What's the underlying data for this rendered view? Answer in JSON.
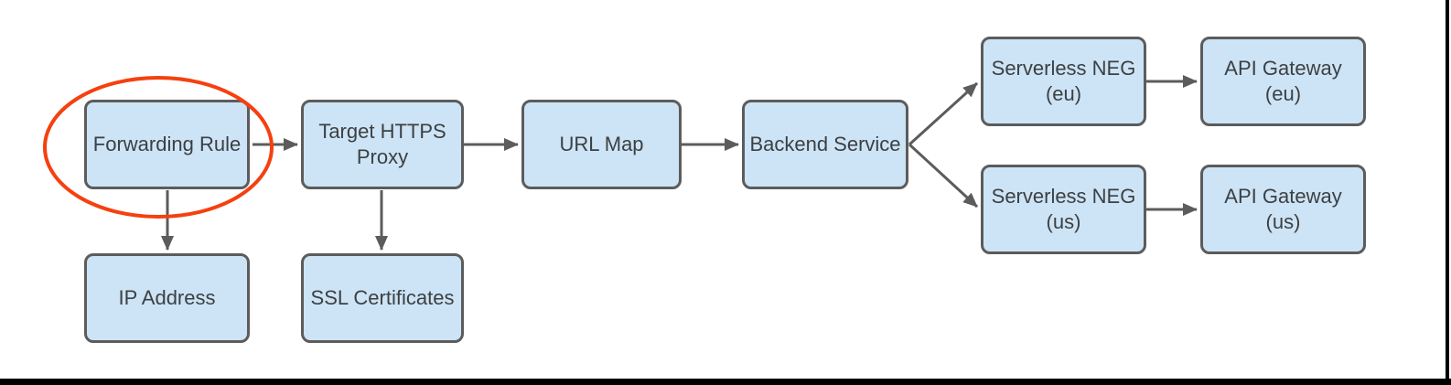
{
  "diagram": {
    "nodes": {
      "forwarding_rule": {
        "label": "Forwarding Rule"
      },
      "target_https_proxy": {
        "label": "Target HTTPS\nProxy"
      },
      "url_map": {
        "label": "URL Map"
      },
      "backend_service": {
        "label": "Backend Service"
      },
      "serverless_neg_eu": {
        "label": "Serverless NEG\n(eu)"
      },
      "api_gateway_eu": {
        "label": "API Gateway\n(eu)"
      },
      "serverless_neg_us": {
        "label": "Serverless NEG\n(us)"
      },
      "api_gateway_us": {
        "label": "API Gateway\n(us)"
      },
      "ip_address": {
        "label": "IP Address"
      },
      "ssl_certificates": {
        "label": "SSL Certificates"
      }
    },
    "edges": [
      {
        "from": "Forwarding Rule",
        "to": "Target HTTPS Proxy"
      },
      {
        "from": "Target HTTPS Proxy",
        "to": "URL Map"
      },
      {
        "from": "URL Map",
        "to": "Backend Service"
      },
      {
        "from": "Backend Service",
        "to": "Serverless NEG (eu)"
      },
      {
        "from": "Backend Service",
        "to": "Serverless NEG (us)"
      },
      {
        "from": "Serverless NEG (eu)",
        "to": "API Gateway (eu)"
      },
      {
        "from": "Serverless NEG (us)",
        "to": "API Gateway (us)"
      },
      {
        "from": "Forwarding Rule",
        "to": "IP Address"
      },
      {
        "from": "Target HTTPS Proxy",
        "to": "SSL Certificates"
      }
    ],
    "highlight": {
      "shape": "ellipse",
      "around": "Forwarding Rule",
      "color": "#f5400f"
    },
    "colors": {
      "node_fill": "#cde4f6",
      "node_border": "#5c5c5c",
      "arrow": "#5c5c5c",
      "text": "#3c4043",
      "highlight": "#f5400f",
      "frame": "#000000",
      "background": "#ffffff"
    }
  }
}
